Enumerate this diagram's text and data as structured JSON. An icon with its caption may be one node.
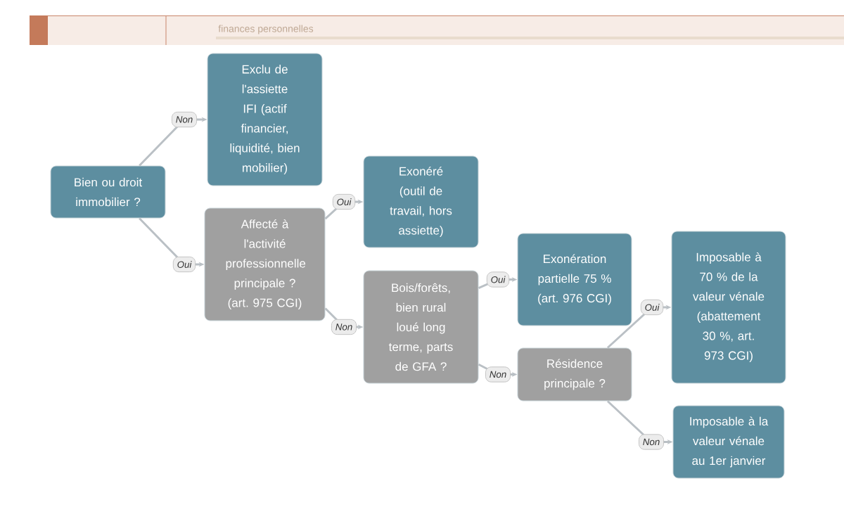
{
  "diagram": {
    "nodes": [
      {
        "text": [
          "Bien ou droit immobilier ?"
        ]
      },
      {
        "text": [
          "Exclu de l'assiette IFI (actif financier, liquidité, bien mobilier)"
        ]
      },
      {
        "text": [
          "Affecté à l'activité professionnelle principale ? (art. 975 CGI)"
        ]
      },
      {
        "text": [
          "Exonéré (outil de travail, hors assiette)"
        ]
      },
      {
        "text": [
          "Bois/forêts, bien rural loué long terme, parts de GFA ?"
        ]
      },
      {
        "text": [
          "Exonération partielle 75 % (art. 976 CGI)"
        ]
      },
      {
        "text": [
          "Résidence principale ?"
        ]
      },
      {
        "text": [
          "Imposable à 70 % de la valeur vénale (abattement 30 %, art. 973 CGI)"
        ]
      },
      {
        "text": [
          "Imposable à la valeur vénale au 1er janvier"
        ]
      }
    ],
    "edges": [
      {
        "from": 0,
        "to": 1,
        "arrow": "to",
        "label": "Non"
      },
      {
        "from": 0,
        "to": 2,
        "arrow": "to",
        "label": "Oui"
      },
      {
        "from": 2,
        "to": 3,
        "arrow": "to",
        "label": "Oui"
      },
      {
        "from": 2,
        "to": 4,
        "arrow": "to",
        "label": "Non"
      },
      {
        "from": 4,
        "to": 5,
        "arrow": "to",
        "label": "Oui"
      },
      {
        "from": 4,
        "to": 6,
        "arrow": "to",
        "label": "Non"
      },
      {
        "from": 6,
        "to": 7,
        "arrow": "to",
        "label": "Oui"
      },
      {
        "from": 6,
        "to": 8,
        "arrow": "to",
        "label": "Non"
      }
    ],
    "labels": [
      "finances personnelles"
    ]
  }
}
